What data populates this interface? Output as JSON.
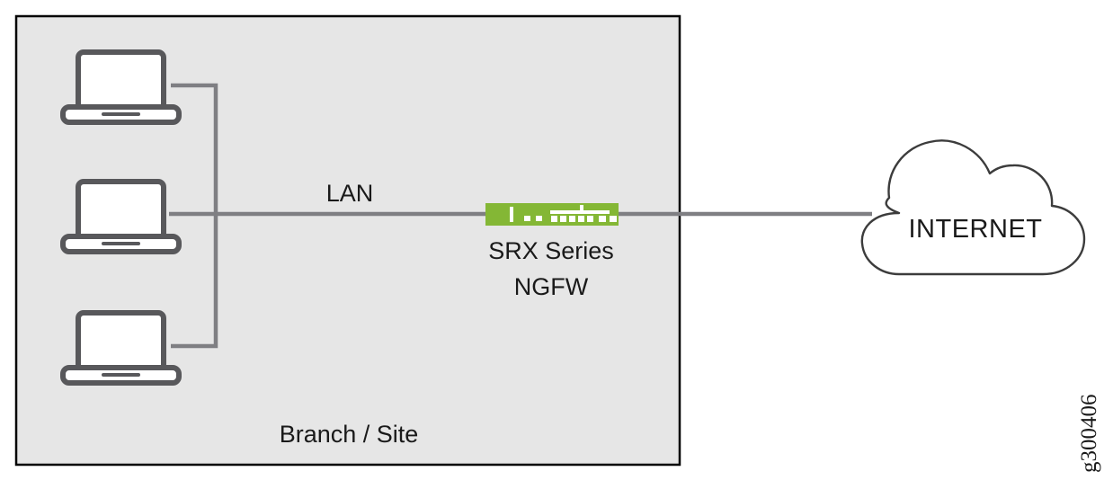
{
  "diagram": {
    "type": "network-topology",
    "zone": {
      "label": "Branch / Site",
      "fill": "#e6e6e6",
      "border": "#000000"
    },
    "endpoints": [
      {
        "name": "laptop-top",
        "icon": "laptop-icon"
      },
      {
        "name": "laptop-middle",
        "icon": "laptop-icon"
      },
      {
        "name": "laptop-bottom",
        "icon": "laptop-icon"
      }
    ],
    "links": [
      {
        "label": "LAN",
        "from": "laptops",
        "to": "srx-device"
      },
      {
        "label": "",
        "from": "srx-device",
        "to": "internet-cloud"
      }
    ],
    "device": {
      "name": "srx-device",
      "icon": "firewall-appliance-icon",
      "label_line1": "SRX Series",
      "label_line2": "NGFW",
      "color": "#84b735"
    },
    "cloud": {
      "name": "internet-cloud",
      "label": "INTERNET",
      "fill": "#ffffff",
      "stroke": "#3c3c3c"
    },
    "line_color": "#7f7f83",
    "icon_stroke": "#58585b",
    "watermark": "g300406"
  }
}
